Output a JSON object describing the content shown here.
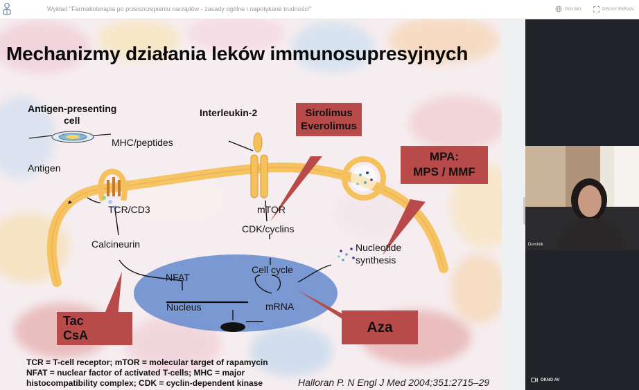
{
  "window": {
    "title": "Wykład \"Farmakoterapia po przeszczepieniu narządów - zasady ogólne i napotykane trudności\""
  },
  "toolbar": {
    "language_label": "POLSKI",
    "language_icon": "globe-icon",
    "fullscreen_label": "PEŁNY EKRAN",
    "fullscreen_icon": "fullscreen-icon"
  },
  "slide": {
    "title": "Mechanizmy działania leków immunosupresyjnych",
    "labels": {
      "apc_line1": "Antigen-presenting",
      "apc_line2": "cell",
      "mhc": "MHC/peptides",
      "antigen": "Antigen",
      "il2": "Interleukin-2",
      "tcr": "TCR/CD3",
      "mtor": "mTOR",
      "cdk": "CDK/cyclins",
      "calcineurin": "Calcineurin",
      "nfat": "NFAT",
      "nucleus": "Nucleus",
      "mrna": "mRNA",
      "cell_cycle": "Cell cycle",
      "nucleotide_line1": "Nucleotide",
      "nucleotide_line2": "synthesis"
    },
    "drug_boxes": {
      "sirolimus_line1": "Sirolimus",
      "sirolimus_line2": "Everolimus",
      "mpa_line1": "MPA:",
      "mpa_line2": "MPS / MMF",
      "tac_line1": "Tac",
      "tac_line2": "CsA",
      "aza": "Aza"
    },
    "footnote_lines": [
      "TCR = T-cell receptor; mTOR = molecular target of rapamycin",
      "NFAT = nuclear factor of activated T-cells; MHC = major",
      "histocompatibility complex; CDK = cyclin-dependent kinase"
    ],
    "citation": "Halloran P. N Engl J Med 2004;351:2715–29",
    "colors": {
      "drug_box": "#b84a4a",
      "membrane": "#f4c15c",
      "nucleus": "#6d8fcf"
    }
  },
  "participant": {
    "name": "Dominik"
  },
  "av_window": {
    "label": "OKNO AV",
    "icon": "video-camera-icon"
  }
}
